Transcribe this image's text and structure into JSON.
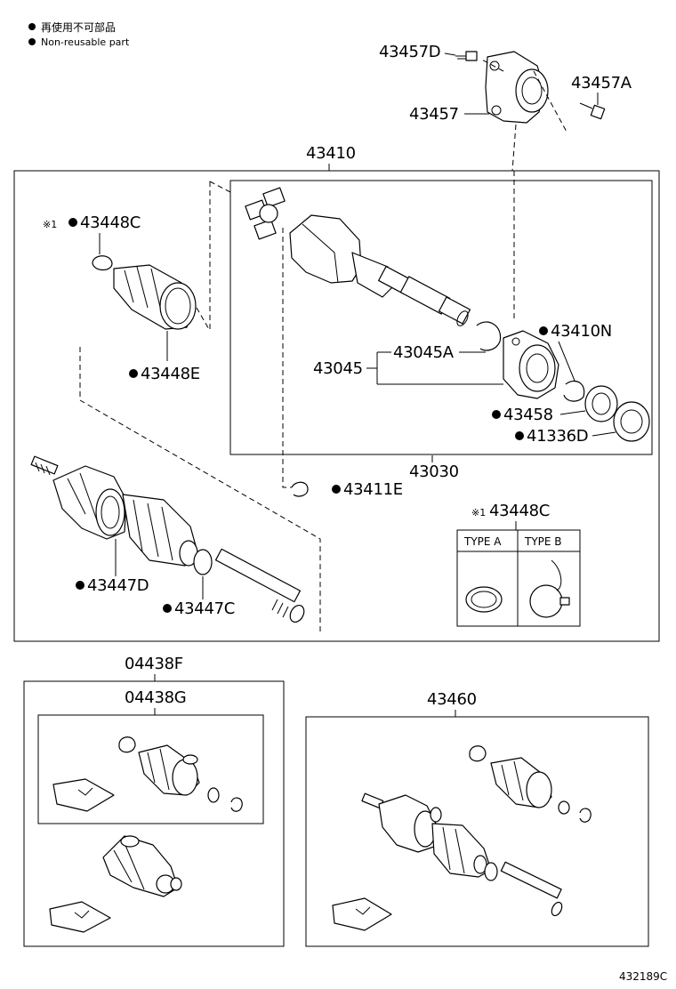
{
  "legend": {
    "line1": "再使用不可部品",
    "line2": "Non-reusable part"
  },
  "labels": {
    "p43457D": "43457D",
    "p43457A": "43457A",
    "p43457": "43457",
    "p43410": "43410",
    "p43448C_top": "※1 43448C",
    "p43448E": "43448E",
    "p43410N": "43410N",
    "p43045A": "43045A",
    "p43045": "43045",
    "p43458": "43458",
    "p41336D": "41336D",
    "p43030": "43030",
    "p43411E": "43411E",
    "p43448C_type": "※1 43448C",
    "p43447D": "43447D",
    "p43447C": "43447C",
    "p04438F": "04438F",
    "p04438G": "04438G",
    "p43460": "43460"
  },
  "type_box": {
    "type_a": "TYPE A",
    "type_b": "TYPE B"
  },
  "diagram_id": "432189C"
}
